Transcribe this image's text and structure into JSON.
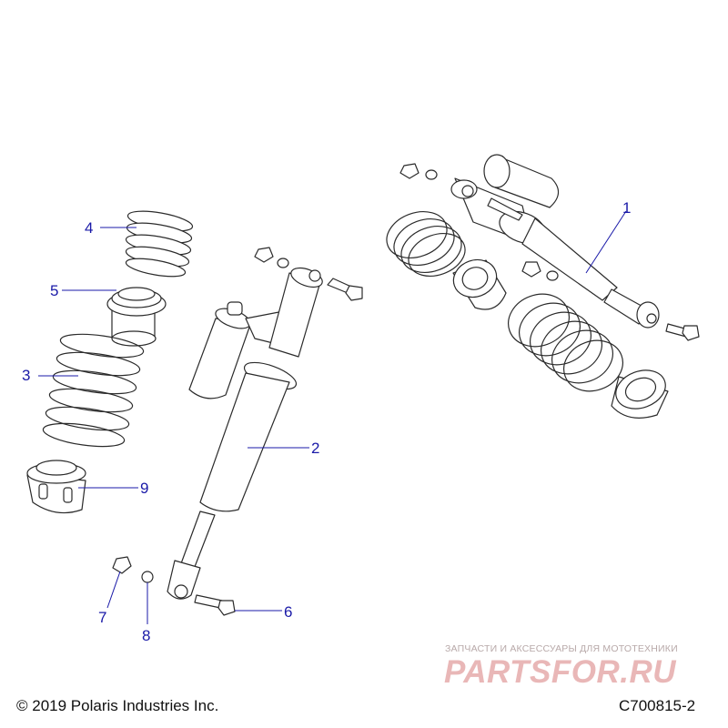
{
  "callouts": {
    "c1": "1",
    "c2": "2",
    "c3": "3",
    "c4": "4",
    "c5": "5",
    "c6": "6",
    "c7": "7",
    "c8": "8",
    "c9": "9"
  },
  "footer": {
    "copyright": "© 2019 Polaris Industries Inc.",
    "drawing_id": "C700815-2"
  },
  "watermark": {
    "tagline": "ЗАПЧАСТИ И АКСЕССУАРЫ ДЛЯ МОТОТЕХНИКИ",
    "logo": "PARTSFOR.RU"
  },
  "colors": {
    "callout": "#1a1aa8",
    "line_art": "#2b2b2b",
    "watermark_logo": "#e9b7b7"
  }
}
